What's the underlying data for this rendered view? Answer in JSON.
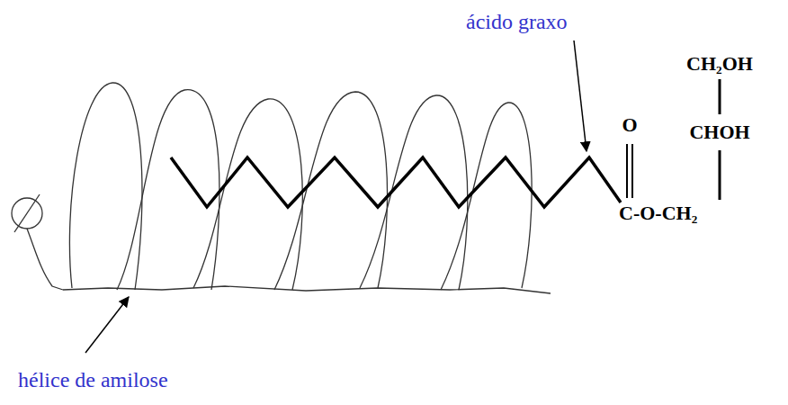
{
  "diagram": {
    "labels": [
      "ácido graxo",
      "CH₂OH",
      "CHOH",
      "O",
      "C-O-CH₂",
      "hélice de amilose"
    ]
  }
}
